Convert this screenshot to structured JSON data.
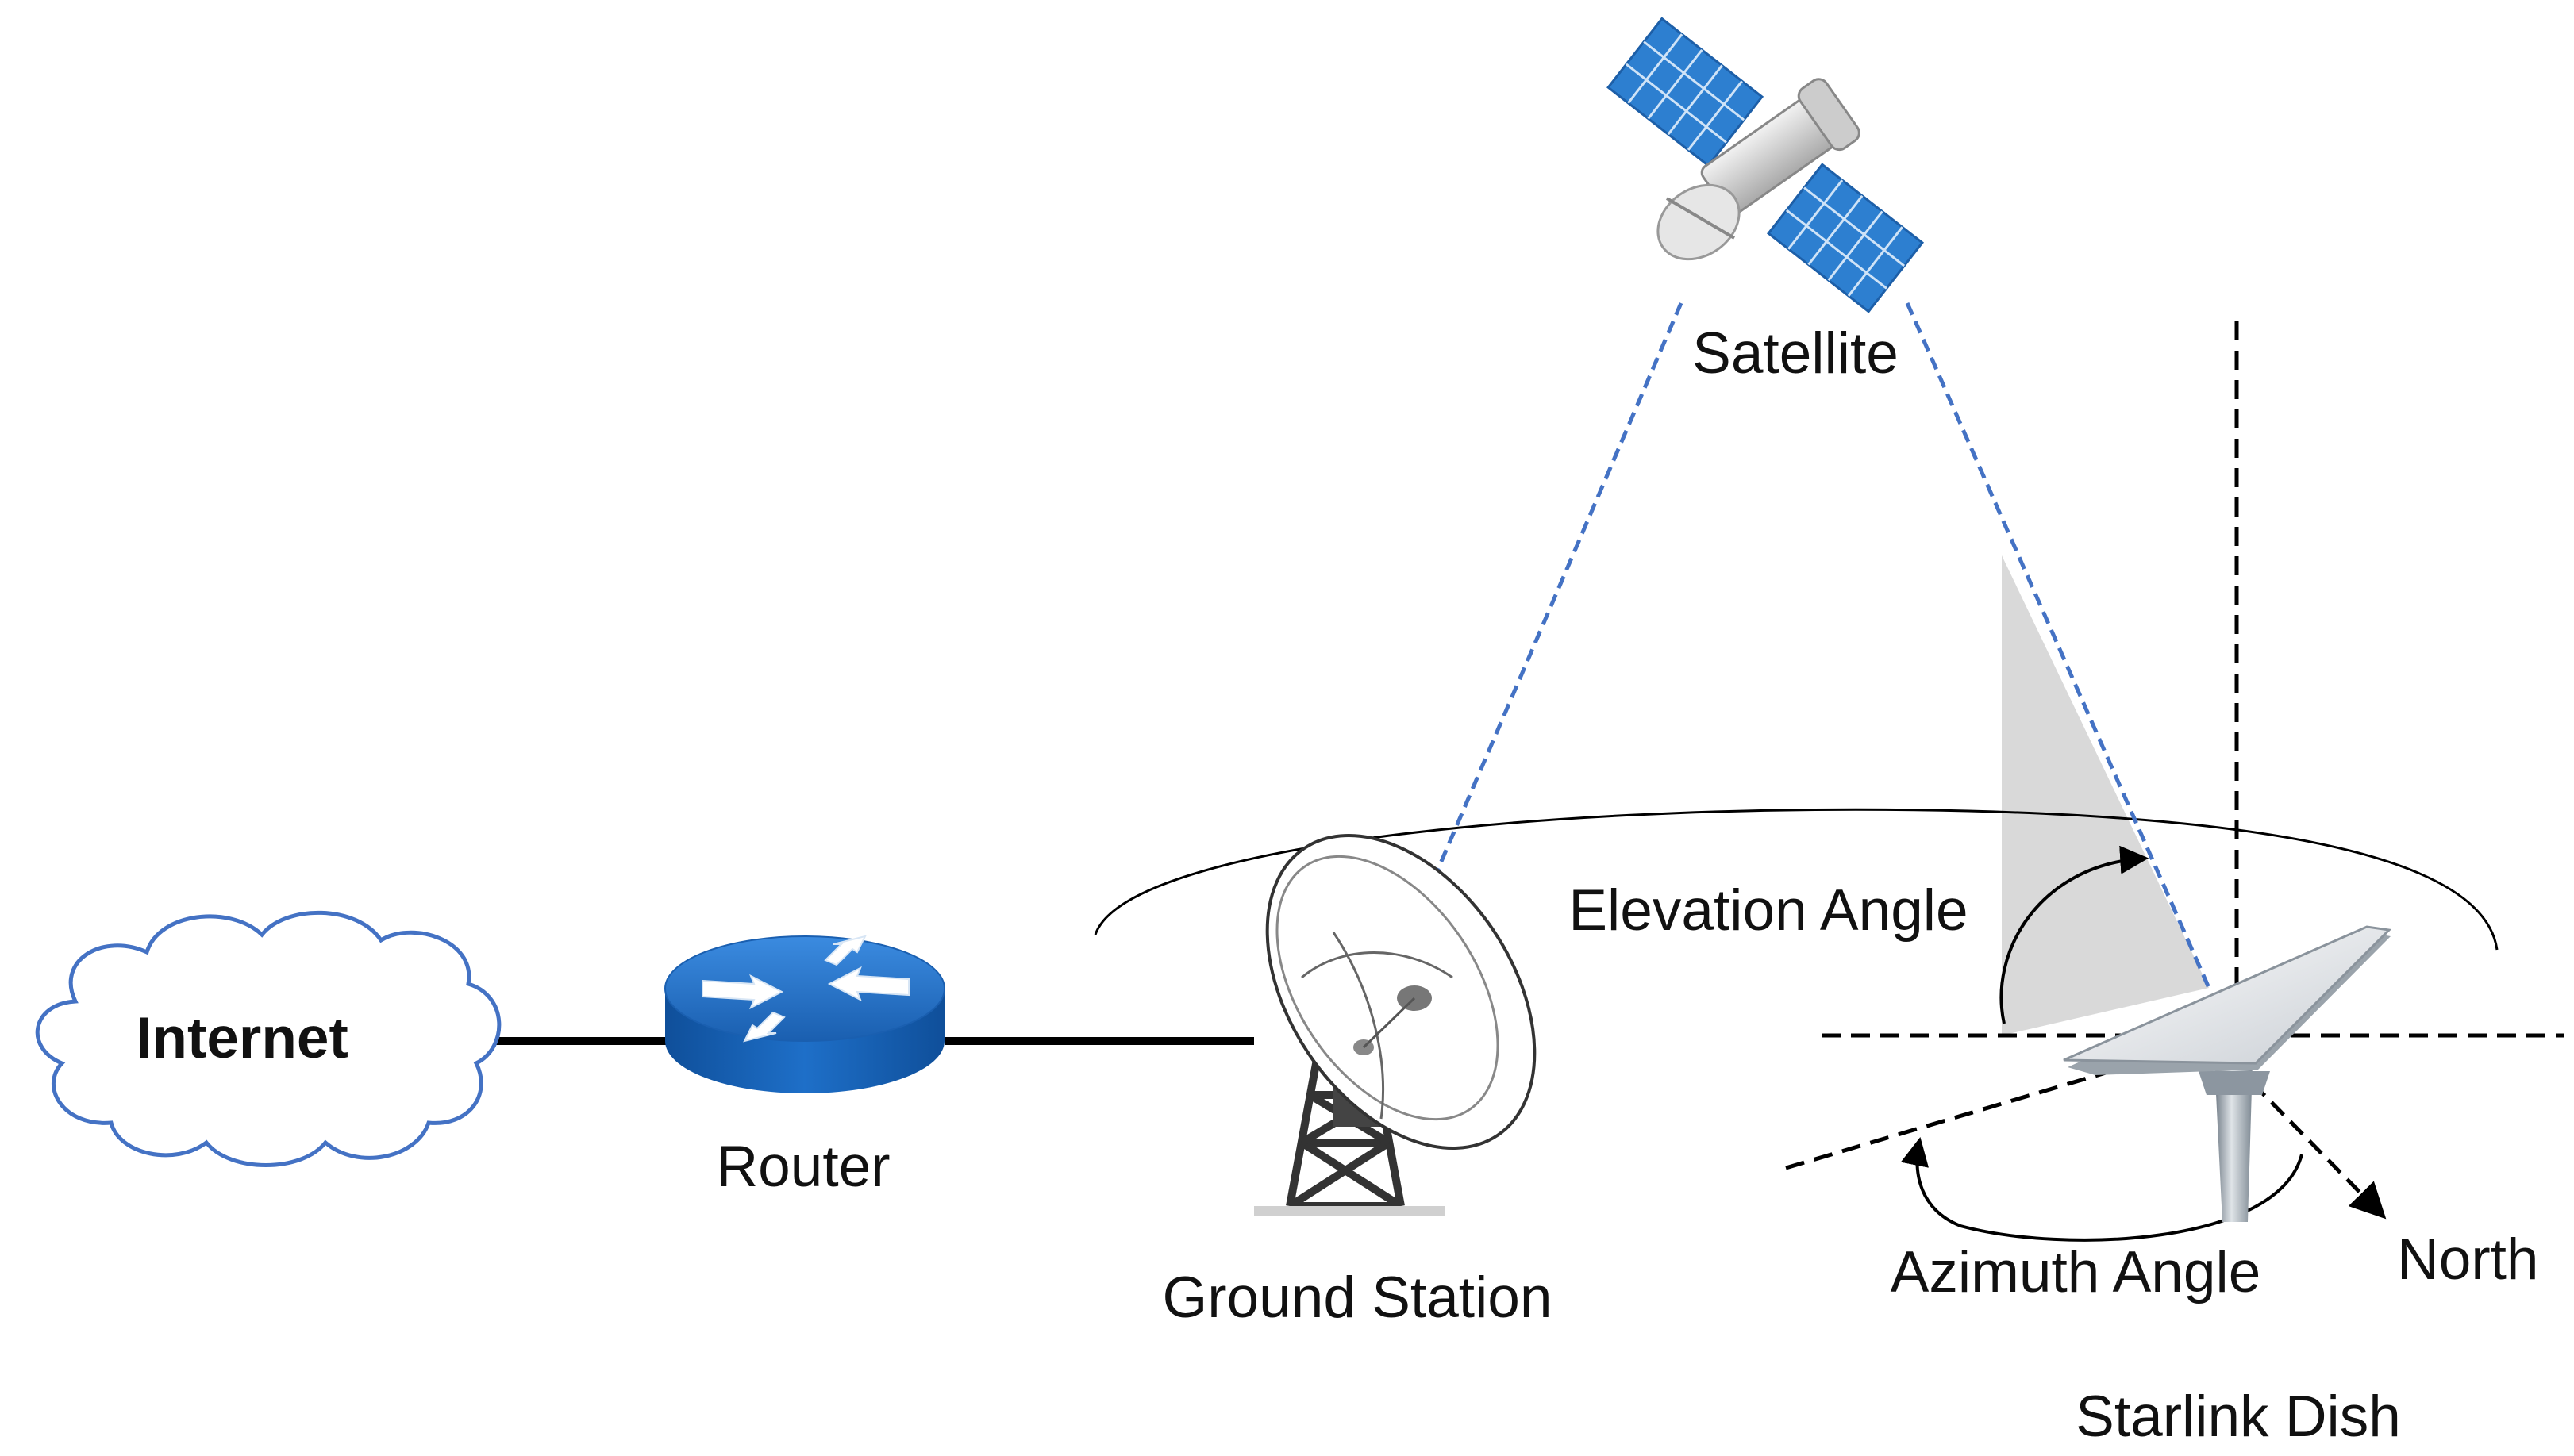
{
  "labels": {
    "internet": "Internet",
    "router": "Router",
    "ground_station": "Ground Station",
    "satellite": "Satellite",
    "elevation_angle": "Elevation Angle",
    "azimuth_angle": "Azimuth Angle",
    "north": "North",
    "starlink_dish": "Starlink Dish"
  },
  "colors": {
    "link_dashed_blue": "#4472c4",
    "cloud_outline": "#4472c4",
    "router_blue": "#1f6fc4",
    "solar_panel_blue": "#2d7fd0",
    "elevation_shade": "#d9d9d9",
    "line_black": "#000000"
  },
  "icons": [
    "cloud-icon",
    "router-icon",
    "ground-station-antenna-icon",
    "satellite-icon",
    "starlink-dish-icon"
  ]
}
